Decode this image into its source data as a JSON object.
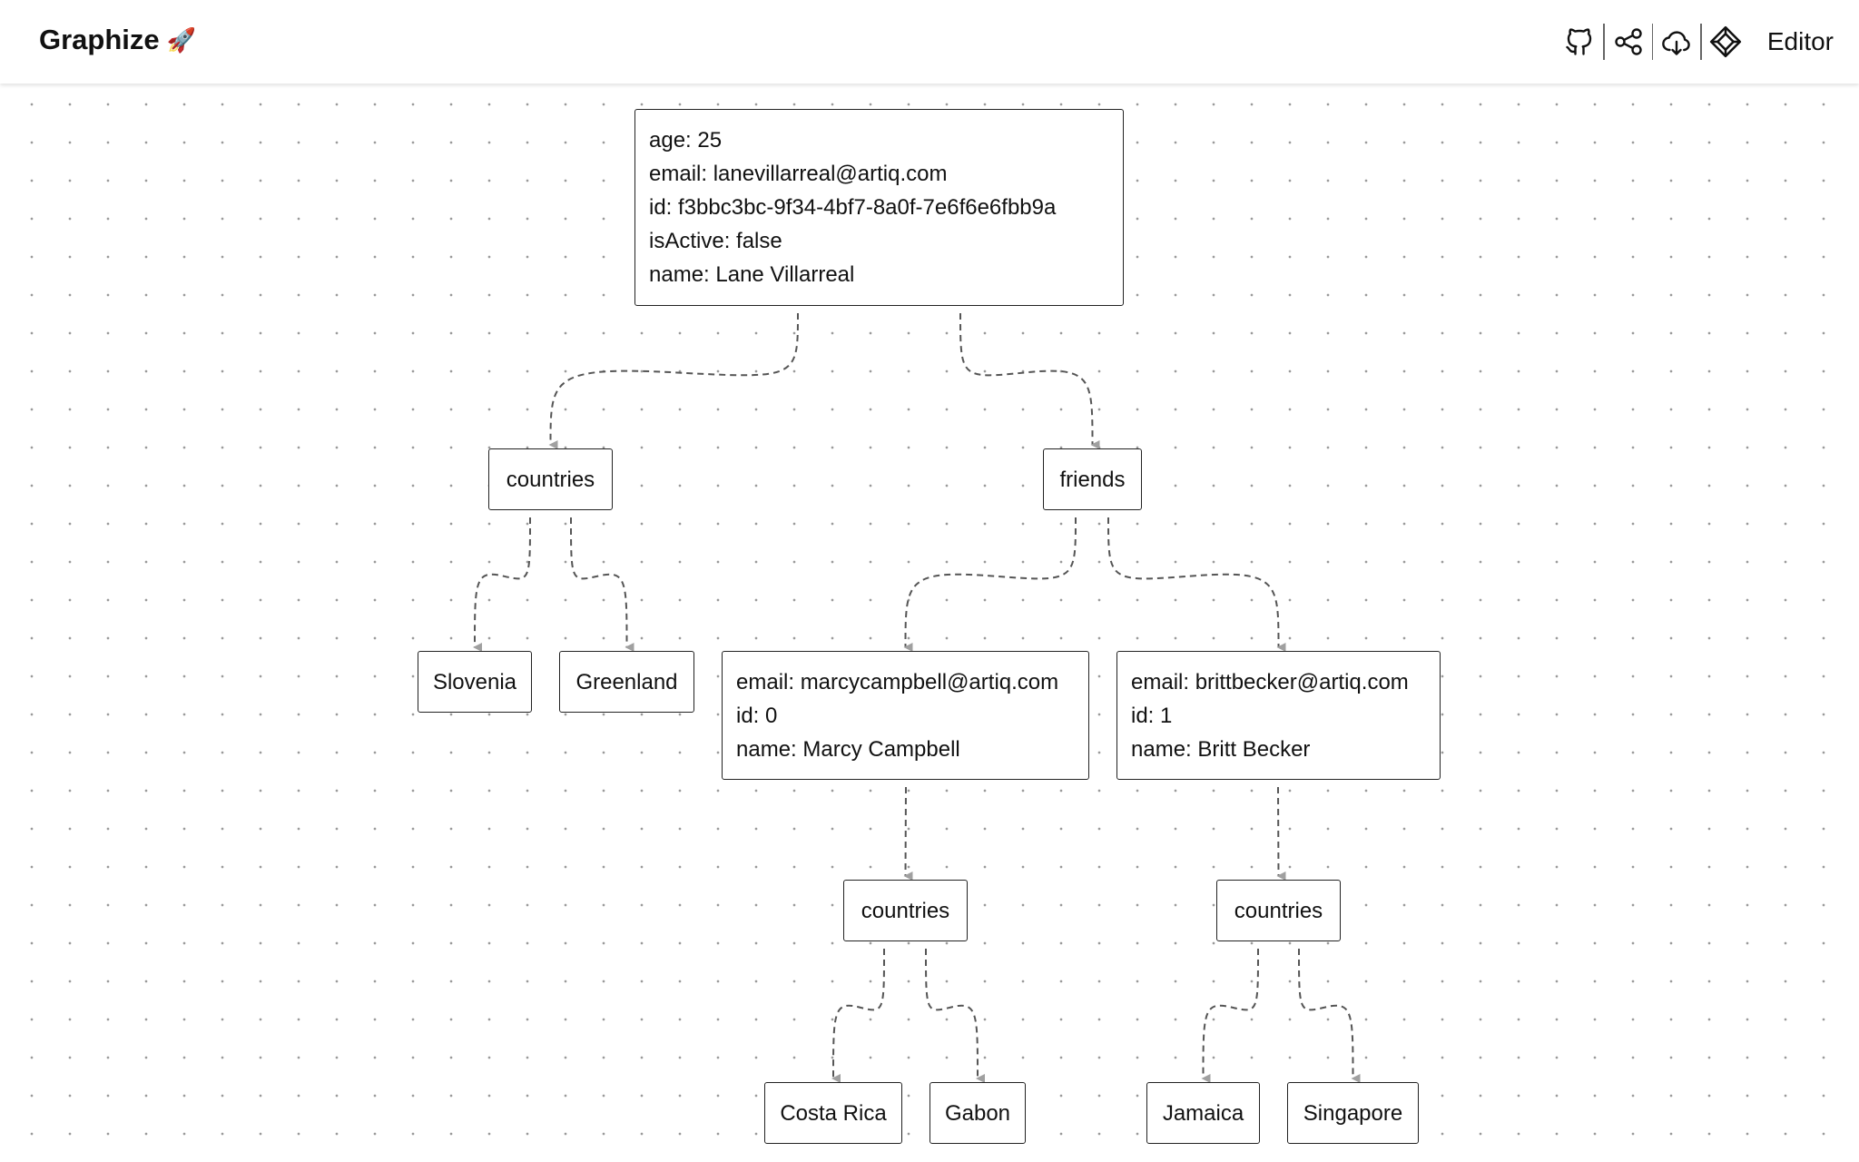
{
  "header": {
    "title": "Graphize",
    "title_emoji": "🚀",
    "icons": [
      "github-icon",
      "share-icon",
      "cloud-download-icon",
      "sketch-diamond-icon"
    ],
    "editor_label": "Editor"
  },
  "graph": {
    "nodes": [
      {
        "id": "root",
        "lines": [
          "age: 25",
          "email: lanevillarreal@artiq.com",
          "id: f3bbc3bc-9f34-4bf7-8a0f-7e6f6e6fbb9a",
          "isActive: false",
          "name: Lane Villarreal"
        ]
      },
      {
        "id": "countries1",
        "lines": [
          "countries"
        ]
      },
      {
        "id": "friends",
        "lines": [
          "friends"
        ]
      },
      {
        "id": "slovenia",
        "lines": [
          "Slovenia"
        ]
      },
      {
        "id": "greenland",
        "lines": [
          "Greenland"
        ]
      },
      {
        "id": "marcy",
        "lines": [
          "email: marcycampbell@artiq.com",
          "id: 0",
          "name: Marcy Campbell"
        ]
      },
      {
        "id": "britt",
        "lines": [
          "email: brittbecker@artiq.com",
          "id: 1",
          "name: Britt Becker"
        ]
      },
      {
        "id": "countries2",
        "lines": [
          "countries"
        ]
      },
      {
        "id": "countries3",
        "lines": [
          "countries"
        ]
      },
      {
        "id": "costarica",
        "lines": [
          "Costa Rica"
        ]
      },
      {
        "id": "gabon",
        "lines": [
          "Gabon"
        ]
      },
      {
        "id": "jamaica",
        "lines": [
          "Jamaica"
        ]
      },
      {
        "id": "singapore",
        "lines": [
          "Singapore"
        ]
      }
    ],
    "edges": [
      [
        "root",
        "countries1"
      ],
      [
        "root",
        "friends"
      ],
      [
        "countries1",
        "slovenia"
      ],
      [
        "countries1",
        "greenland"
      ],
      [
        "friends",
        "marcy"
      ],
      [
        "friends",
        "britt"
      ],
      [
        "marcy",
        "countries2"
      ],
      [
        "britt",
        "countries3"
      ],
      [
        "countries2",
        "costarica"
      ],
      [
        "countries2",
        "gabon"
      ],
      [
        "countries3",
        "jamaica"
      ],
      [
        "countries3",
        "singapore"
      ]
    ],
    "edge_color": "#555555",
    "arrow_color": "#a0a0a0"
  }
}
